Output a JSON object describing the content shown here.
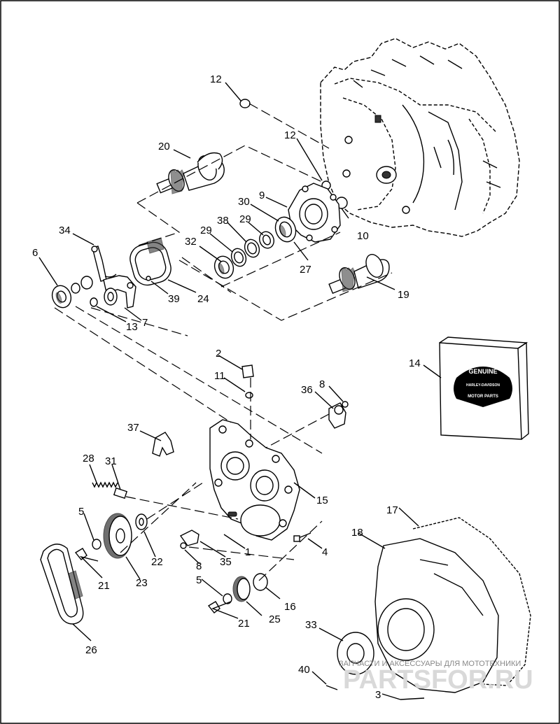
{
  "callouts": [
    {
      "id": "c12a",
      "text": "12"
    },
    {
      "id": "c12b",
      "text": "12"
    },
    {
      "id": "c20",
      "text": "20"
    },
    {
      "id": "c9",
      "text": "9"
    },
    {
      "id": "c30",
      "text": "30"
    },
    {
      "id": "c10",
      "text": "10"
    },
    {
      "id": "c38",
      "text": "38"
    },
    {
      "id": "c29a",
      "text": "29"
    },
    {
      "id": "c29b",
      "text": "29"
    },
    {
      "id": "c32",
      "text": "32"
    },
    {
      "id": "c34",
      "text": "34"
    },
    {
      "id": "c6",
      "text": "6"
    },
    {
      "id": "c27",
      "text": "27"
    },
    {
      "id": "c19",
      "text": "19"
    },
    {
      "id": "c39",
      "text": "39"
    },
    {
      "id": "c24",
      "text": "24"
    },
    {
      "id": "c13",
      "text": "13"
    },
    {
      "id": "c7",
      "text": "7"
    },
    {
      "id": "c14",
      "text": "14"
    },
    {
      "id": "c2",
      "text": "2"
    },
    {
      "id": "c11",
      "text": "11"
    },
    {
      "id": "c36",
      "text": "36"
    },
    {
      "id": "c8a",
      "text": "8"
    },
    {
      "id": "c37",
      "text": "37"
    },
    {
      "id": "c28",
      "text": "28"
    },
    {
      "id": "c31",
      "text": "31"
    },
    {
      "id": "c15",
      "text": "15"
    },
    {
      "id": "c5a",
      "text": "5"
    },
    {
      "id": "c17",
      "text": "17"
    },
    {
      "id": "c18",
      "text": "18"
    },
    {
      "id": "c1",
      "text": "1"
    },
    {
      "id": "c4",
      "text": "4"
    },
    {
      "id": "c22",
      "text": "22"
    },
    {
      "id": "c8b",
      "text": "8"
    },
    {
      "id": "c35",
      "text": "35"
    },
    {
      "id": "c21a",
      "text": "21"
    },
    {
      "id": "c23",
      "text": "23"
    },
    {
      "id": "c5b",
      "text": "5"
    },
    {
      "id": "c16",
      "text": "16"
    },
    {
      "id": "c21b",
      "text": "21"
    },
    {
      "id": "c25",
      "text": "25"
    },
    {
      "id": "c26",
      "text": "26"
    },
    {
      "id": "c33",
      "text": "33"
    },
    {
      "id": "c40",
      "text": "40"
    },
    {
      "id": "c3",
      "text": "3"
    }
  ],
  "genuine_logo": {
    "line1": "GENUINE",
    "line2": "HARLEY-DAVIDSON",
    "line3": "MOTOR PARTS"
  },
  "watermark": {
    "caption": "ЗАПЧАСТИ И АКСЕССУАРЫ ДЛЯ МОТОТЕХНИКИ",
    "brand": "PARTSFOR.RU"
  }
}
